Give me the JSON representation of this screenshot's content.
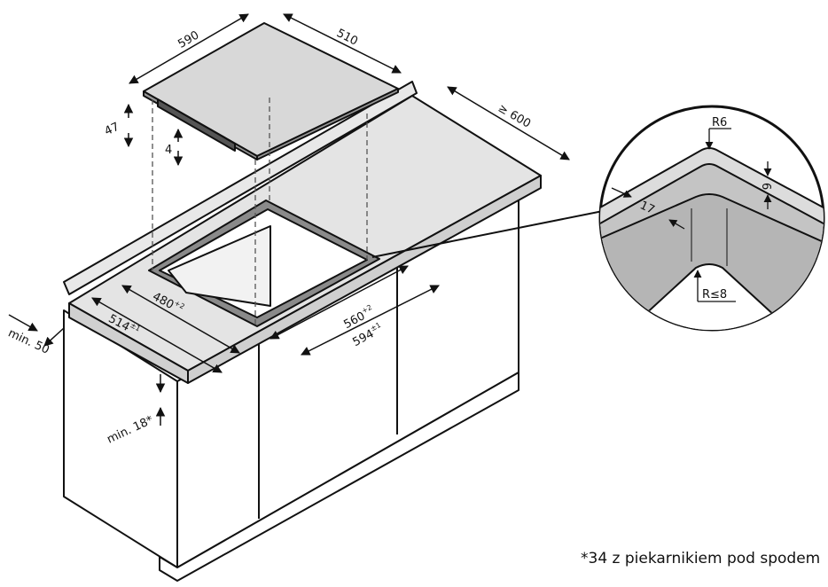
{
  "dimensions": {
    "hob_width": "590",
    "hob_depth": "510",
    "hob_height": "47",
    "hob_offset": "4",
    "counter_depth": "≥ 600",
    "cutout_depth": "480",
    "cutout_depth_tol": "+2",
    "recess_depth": "514",
    "recess_depth_tol": "±1",
    "cutout_width": "560",
    "cutout_width_tol": "+2",
    "recess_width": "594",
    "recess_width_tol": "±1",
    "wall_distance": "min. 50",
    "counter_thickness": "min. 18*",
    "detail_radius_top": "R6",
    "detail_step_depth": "6",
    "detail_width": "17",
    "detail_radius_bottom": "R≤8"
  },
  "footnote": "*34 z piekarnikiem pod spodem"
}
